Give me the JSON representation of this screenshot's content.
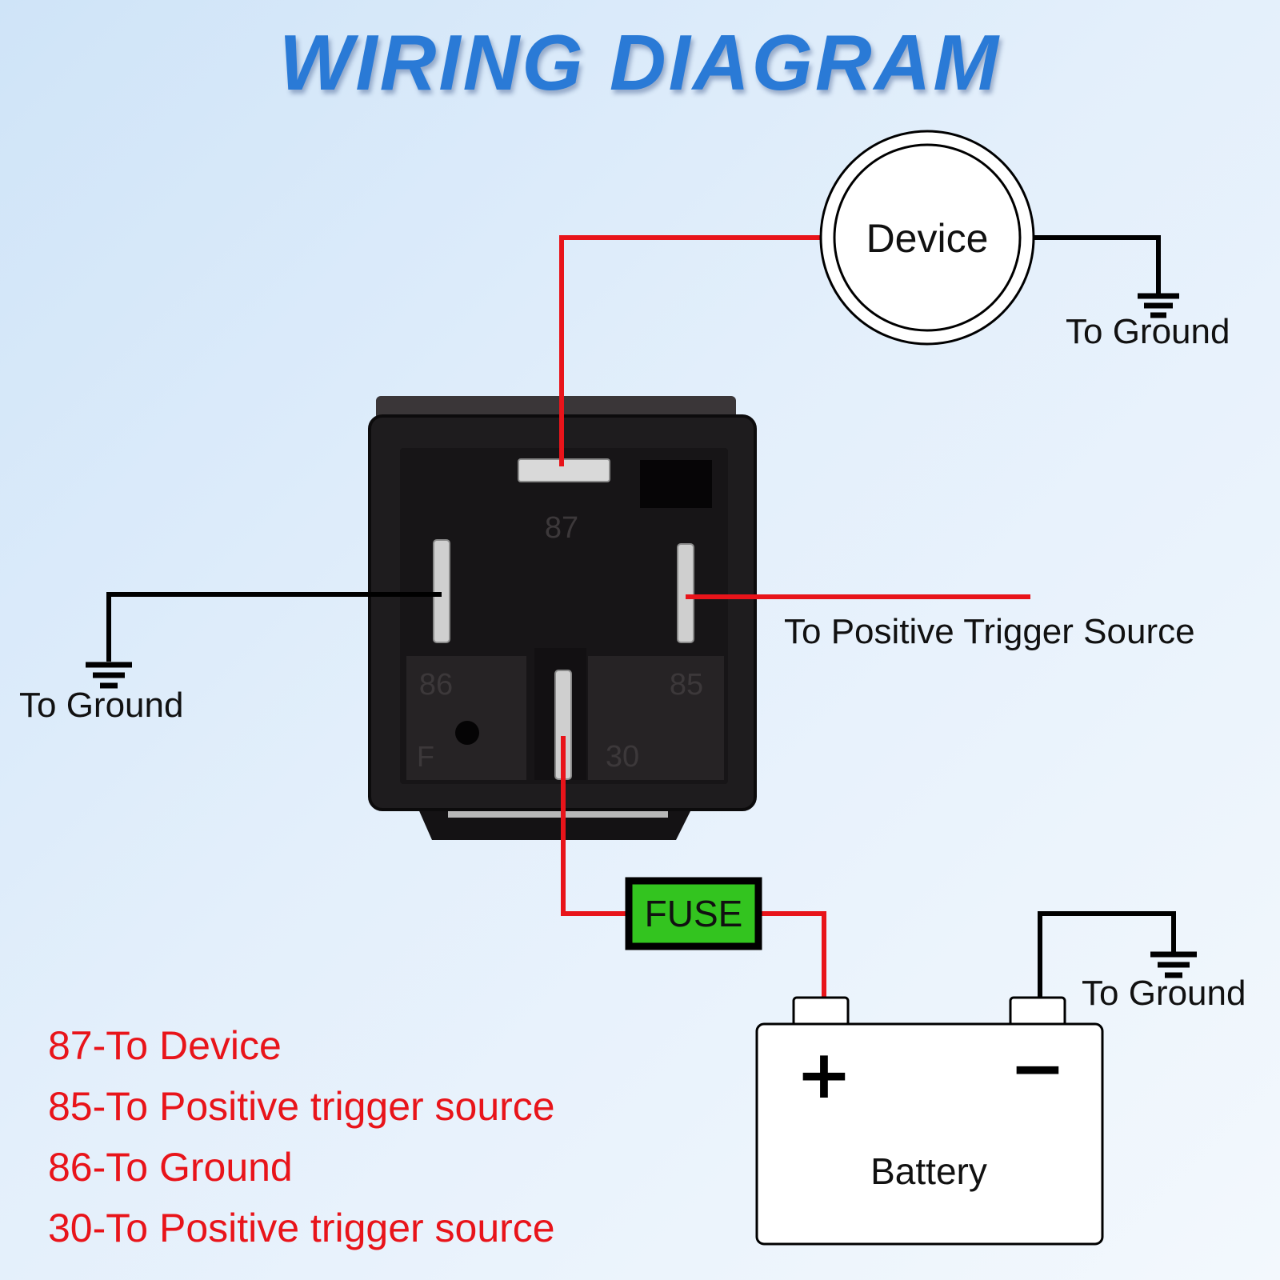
{
  "title": "WIRING DIAGRAM",
  "device": {
    "label": "Device"
  },
  "fuse": {
    "label": "FUSE"
  },
  "battery": {
    "label": "Battery",
    "positive_symbol": "+",
    "negative_symbol": "−"
  },
  "relay": {
    "pins": [
      "87",
      "86",
      "85",
      "30"
    ],
    "marking": "F"
  },
  "annotations": {
    "ground_device": "To Ground",
    "ground_relay": "To Ground",
    "ground_battery": "To Ground",
    "trigger": "To Positive Trigger Source"
  },
  "legend": [
    "87-To Device",
    "85-To Positive trigger source",
    "86-To Ground",
    "30-To Positive trigger source"
  ],
  "colors": {
    "title": "#2a7ad6",
    "positive_wire": "#e8141a",
    "ground_wire": "#000000",
    "fuse": "#33c41f",
    "relay_body": "#1e1c1e",
    "legend_text": "#e8141a"
  }
}
